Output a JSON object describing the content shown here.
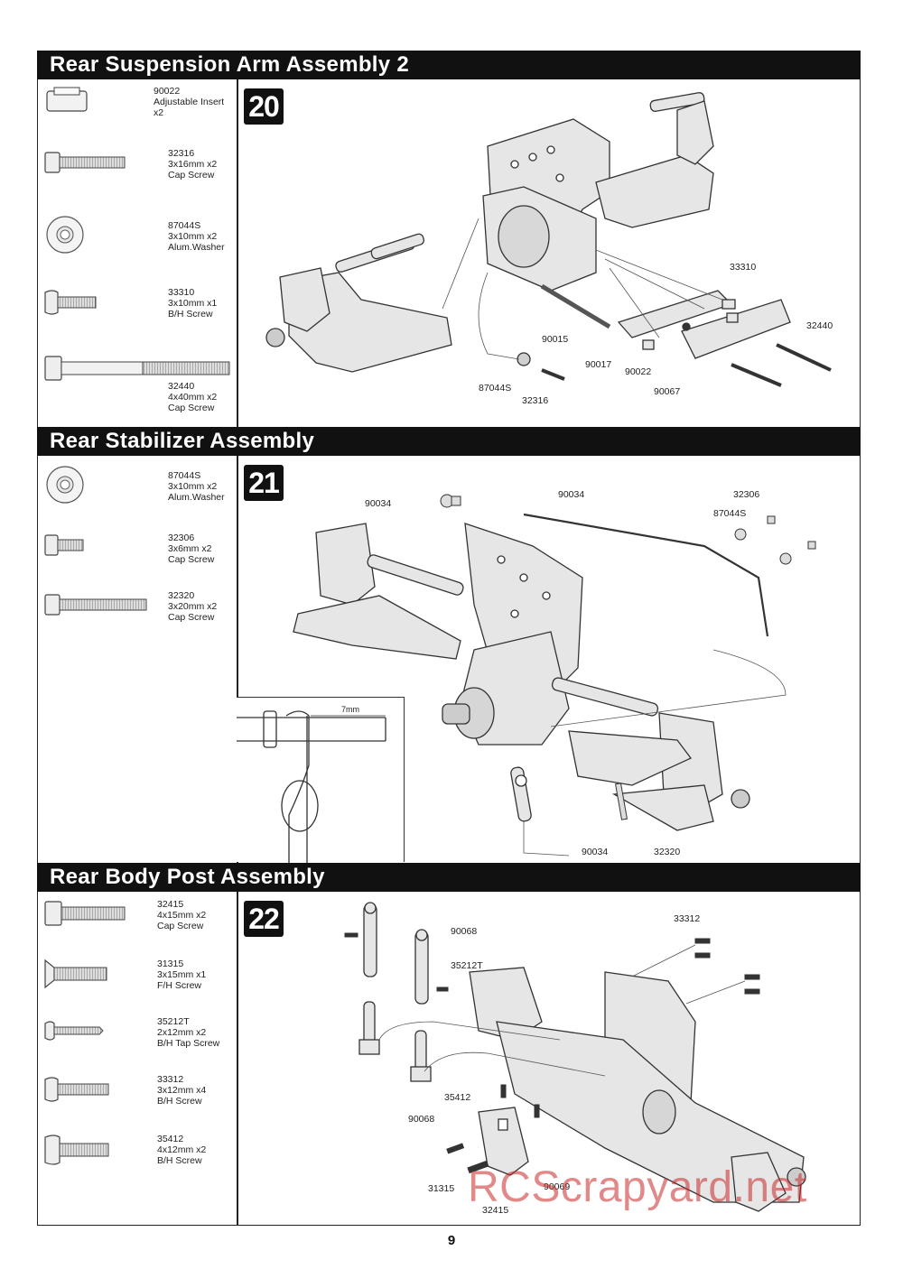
{
  "sections": [
    {
      "title": "Rear Suspension Arm Assembly 2",
      "step": "20",
      "parts": [
        {
          "code": "90022",
          "name": "Adjustable Insert",
          "qty": "x2"
        },
        {
          "code": "32316",
          "size": "3x16mm x2",
          "name": "Cap Screw"
        },
        {
          "code": "87044S",
          "size": "3x10mm x2",
          "name": "Alum.Washer"
        },
        {
          "code": "33310",
          "size": "3x10mm x1",
          "name": "B/H Screw"
        },
        {
          "code": "32440",
          "size": "4x40mm x2",
          "name": "Cap Screw"
        }
      ],
      "callouts": [
        "33310",
        "32440",
        "90015",
        "90017",
        "90022",
        "90067",
        "87044S",
        "32316"
      ]
    },
    {
      "title": "Rear Stabilizer Assembly",
      "step": "21",
      "parts": [
        {
          "code": "87044S",
          "size": "3x10mm x2",
          "name": "Alum.Washer"
        },
        {
          "code": "32306",
          "size": "3x6mm x2",
          "name": "Cap Screw"
        },
        {
          "code": "32320",
          "size": "3x20mm x2",
          "name": "Cap Screw"
        }
      ],
      "callouts": [
        "90034",
        "90034",
        "32306",
        "87044S",
        "90034",
        "32320"
      ],
      "inset_label": "7mm"
    },
    {
      "title": "Rear Body Post Assembly",
      "step": "22",
      "parts": [
        {
          "code": "32415",
          "size": "4x15mm x2",
          "name": "Cap Screw"
        },
        {
          "code": "31315",
          "size": "3x15mm x1",
          "name": "F/H Screw"
        },
        {
          "code": "35212T",
          "size": "2x12mm x2",
          "name": "B/H Tap Screw"
        },
        {
          "code": "33312",
          "size": "3x12mm x4",
          "name": "B/H Screw"
        },
        {
          "code": "35412",
          "size": "4x12mm x2",
          "name": "B/H Screw"
        }
      ],
      "callouts": [
        "90068",
        "35212T",
        "33312",
        "35412",
        "90068",
        "31315",
        "90069",
        "32415"
      ]
    }
  ],
  "page_number": "9",
  "watermark": "RCScrapyard.net"
}
